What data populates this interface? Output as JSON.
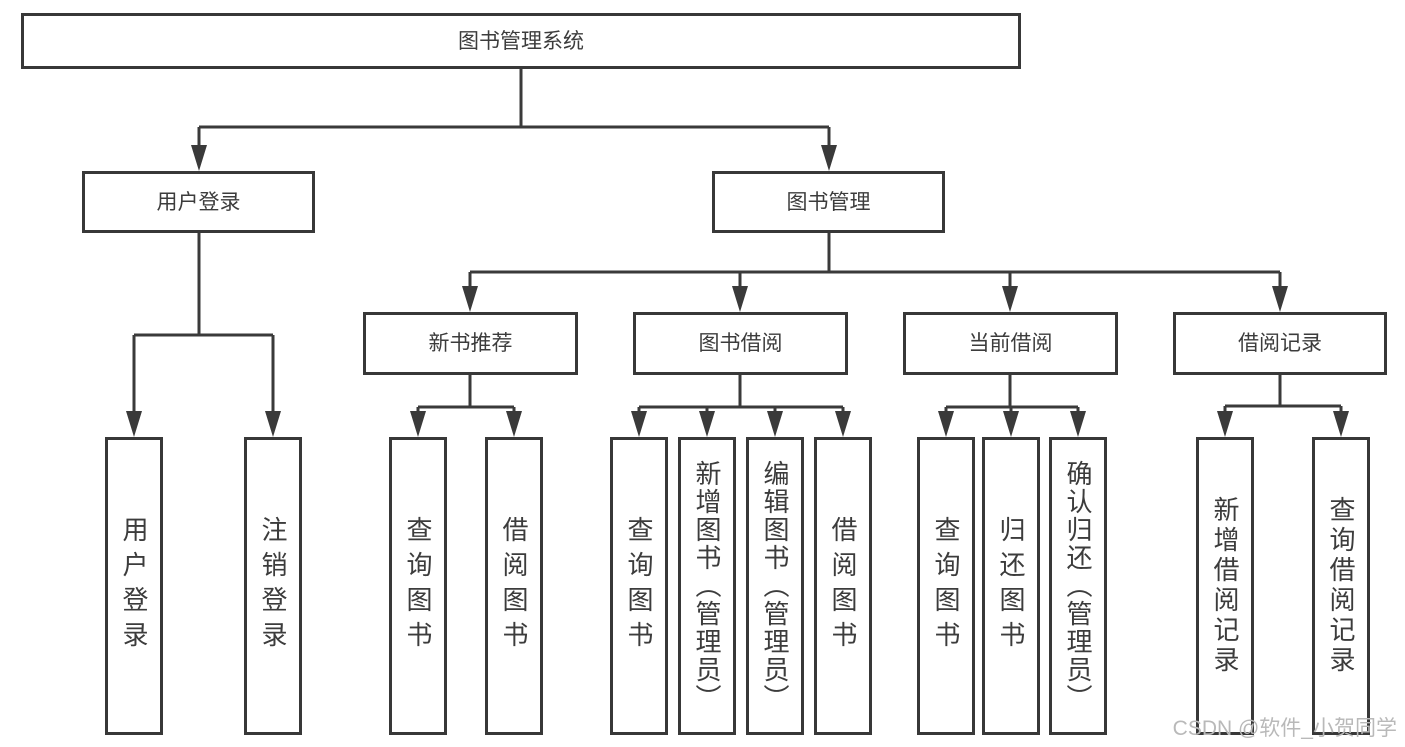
{
  "diagram": {
    "root": {
      "label": "图书管理系统"
    },
    "level2": {
      "user_login": {
        "label": "用户登录"
      },
      "book_mgmt": {
        "label": "图书管理"
      }
    },
    "level3": {
      "new_books": {
        "label": "新书推荐"
      },
      "book_borrow": {
        "label": "图书借阅"
      },
      "current_borrow": {
        "label": "当前借阅"
      },
      "borrow_records": {
        "label": "借阅记录"
      }
    },
    "leaves": {
      "user_login_leaf": {
        "label": "用户登录"
      },
      "logout_leaf": {
        "label": "注销登录"
      },
      "nb_query_books": {
        "label": "查询图书"
      },
      "nb_borrow_books": {
        "label": "借阅图书"
      },
      "bb_query_books": {
        "label": "查询图书"
      },
      "bb_add_books": {
        "label": "新增图书（管理员）"
      },
      "bb_edit_books": {
        "label": "编辑图书（管理员）"
      },
      "bb_borrow_books": {
        "label": "借阅图书"
      },
      "cb_query_books": {
        "label": "查询图书"
      },
      "cb_return_books": {
        "label": "归还图书"
      },
      "cb_confirm_return": {
        "label": "确认归还（管理员）"
      },
      "br_add_record": {
        "label": "新增借阅记录"
      },
      "br_query_record": {
        "label": "查询借阅记录"
      }
    },
    "watermark": "CSDN @软件_小贺同学",
    "colors": {
      "line": "#3a3a3a",
      "border": "#383838",
      "text": "#3c3c3c",
      "background": "#ffffff",
      "watermark": "#b9b9b9"
    }
  }
}
